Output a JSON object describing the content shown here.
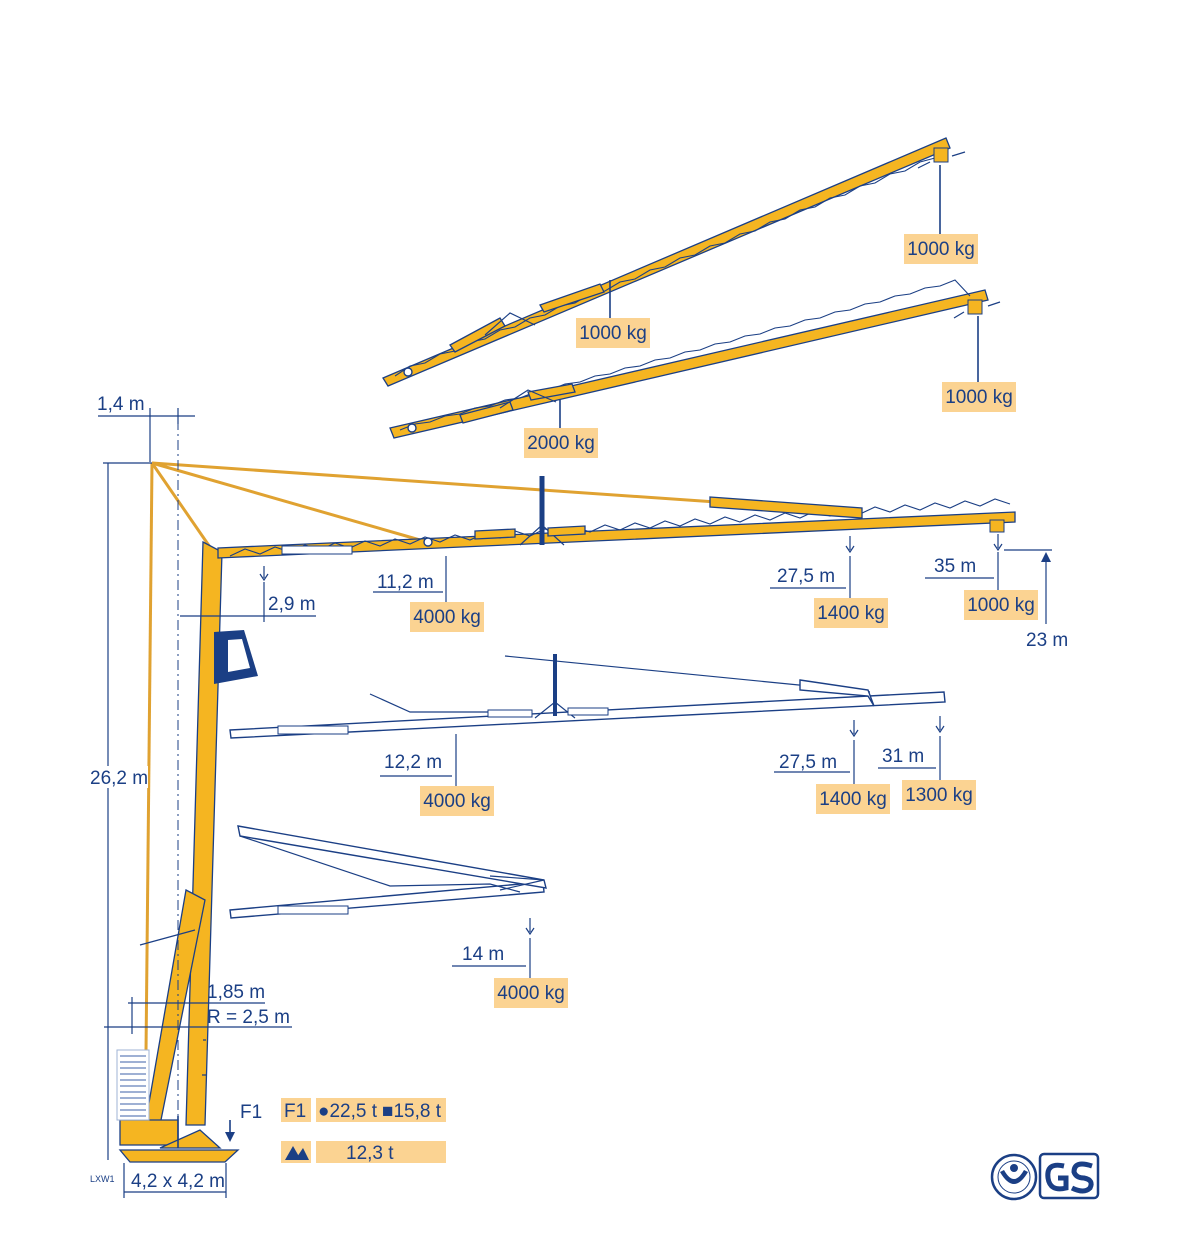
{
  "dimensions": {
    "offset_top": "1,4 m",
    "height_total": "26,2 m",
    "offset_mast": "2,9 m",
    "hook_height": "23 m",
    "radius_185": "1,85 m",
    "radius_r": "R = 2,5 m",
    "base": "4,2 x 4,2 m",
    "base_code": "LXW1"
  },
  "config_raised_1": {
    "mid_load": "1000 kg",
    "tip_load": "1000 kg"
  },
  "config_raised_2": {
    "mid_load": "2000 kg",
    "tip_load": "1000 kg"
  },
  "config_horizontal": {
    "r1": "11,2 m",
    "l1": "4000 kg",
    "r2": "27,5 m",
    "l2": "1400 kg",
    "r3": "35 m",
    "l3": "1000 kg"
  },
  "config_reduced": {
    "r1": "12,2 m",
    "l1": "4000 kg",
    "r2": "27,5 m",
    "l2": "1400 kg",
    "r3": "31 m",
    "l3": "1300 kg"
  },
  "config_folded": {
    "r1": "14 m",
    "l1": "4000 kg"
  },
  "forces": {
    "f1_arrow_label": "F1",
    "f1_label": "F1",
    "f1_value_a": "●22,5 t",
    "f1_value_b": "■15,8 t",
    "ballast_value": "12,3 t"
  },
  "colors": {
    "yellow": "#f5b521",
    "navy": "#1b3f85",
    "label_bg": "#fbd392"
  },
  "icons": [
    "certification-seal-icon",
    "gs-mark-icon",
    "ballast-icon",
    "hook-icon",
    "cab-icon"
  ]
}
